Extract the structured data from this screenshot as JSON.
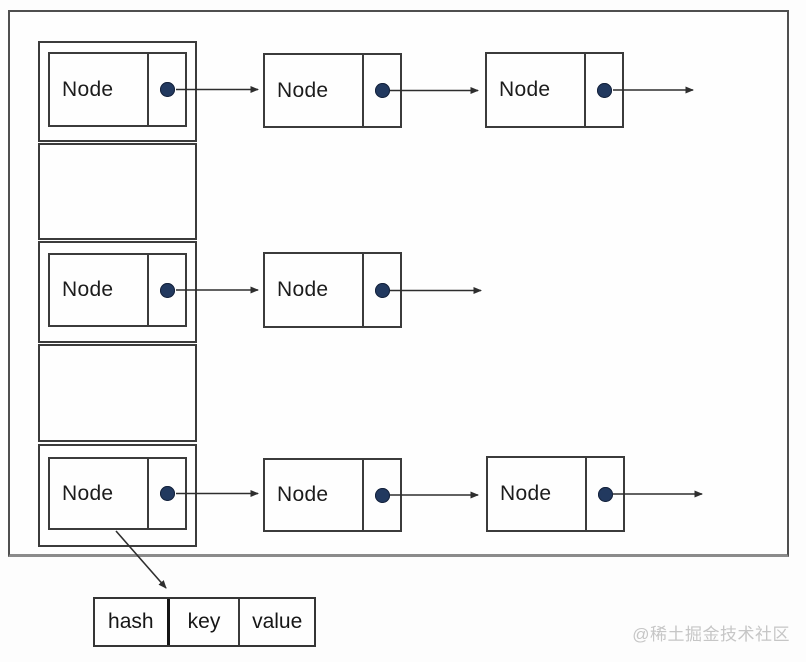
{
  "labels": {
    "node": "Node",
    "hash": "hash",
    "key": "key",
    "value": "value"
  },
  "watermark": "@稀土掘金技术社区",
  "colors": {
    "box_border": "#3b3b3b",
    "frame_border": "#4f4f4f",
    "pointer_dot": "#22395f",
    "arrow": "#2e2e2e",
    "watermark_text": "#c6c6c6",
    "background": "#fdfdfd"
  },
  "structure": {
    "type": "hash-table-separate-chaining",
    "bucket_count": 5,
    "buckets": [
      {
        "index": 0,
        "state": "occupied",
        "chain_length": 3,
        "chain_end": "arrow-out"
      },
      {
        "index": 1,
        "state": "empty",
        "chain_length": 0
      },
      {
        "index": 2,
        "state": "occupied",
        "chain_length": 2,
        "chain_end": "arrow-out"
      },
      {
        "index": 3,
        "state": "empty",
        "chain_length": 0
      },
      {
        "index": 4,
        "state": "occupied",
        "chain_length": 3,
        "chain_end": "arrow-out"
      }
    ],
    "node_detail_fields": [
      "hash",
      "key",
      "value"
    ],
    "detail_annotation": "bucket-4 first node expands to hash/key/value record"
  }
}
